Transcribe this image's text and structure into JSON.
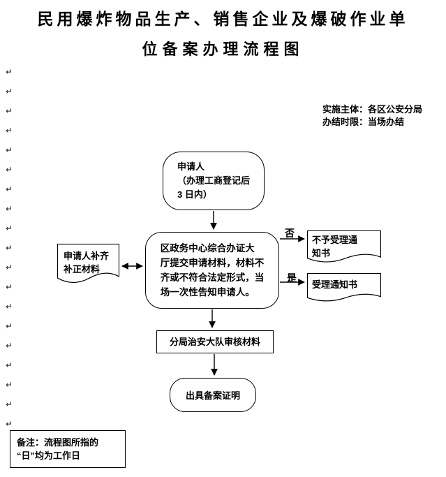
{
  "title": {
    "line1": "民用爆炸物品生产、销售企业及爆破作业单",
    "line2": "位备案办理流程图"
  },
  "meta": {
    "text": "实施主体：各区公安分局\n办结时限：当场办结"
  },
  "flow": {
    "applicant": "申请人\n（办理工商登记后\n3 日内）",
    "submit": "区政务中心综合办证大\n厅提交申请材料，材料不\n齐或不符合法定形式，当\n场一次性告知申请人。",
    "supplement": "申请人补齐\n补正材料",
    "reject": "不予受理通\n知书",
    "accept": "受理通知书",
    "review": "分局治安大队审核材料",
    "certificate": "出具备案证明",
    "label_no": "否",
    "label_yes": "是"
  },
  "note": "备注：流程图所指的\n“日”均为工作日",
  "icons": {
    "paragraph_mark": "↵"
  },
  "colors": {
    "line": "#000000",
    "text": "#000000",
    "background": "#ffffff"
  }
}
